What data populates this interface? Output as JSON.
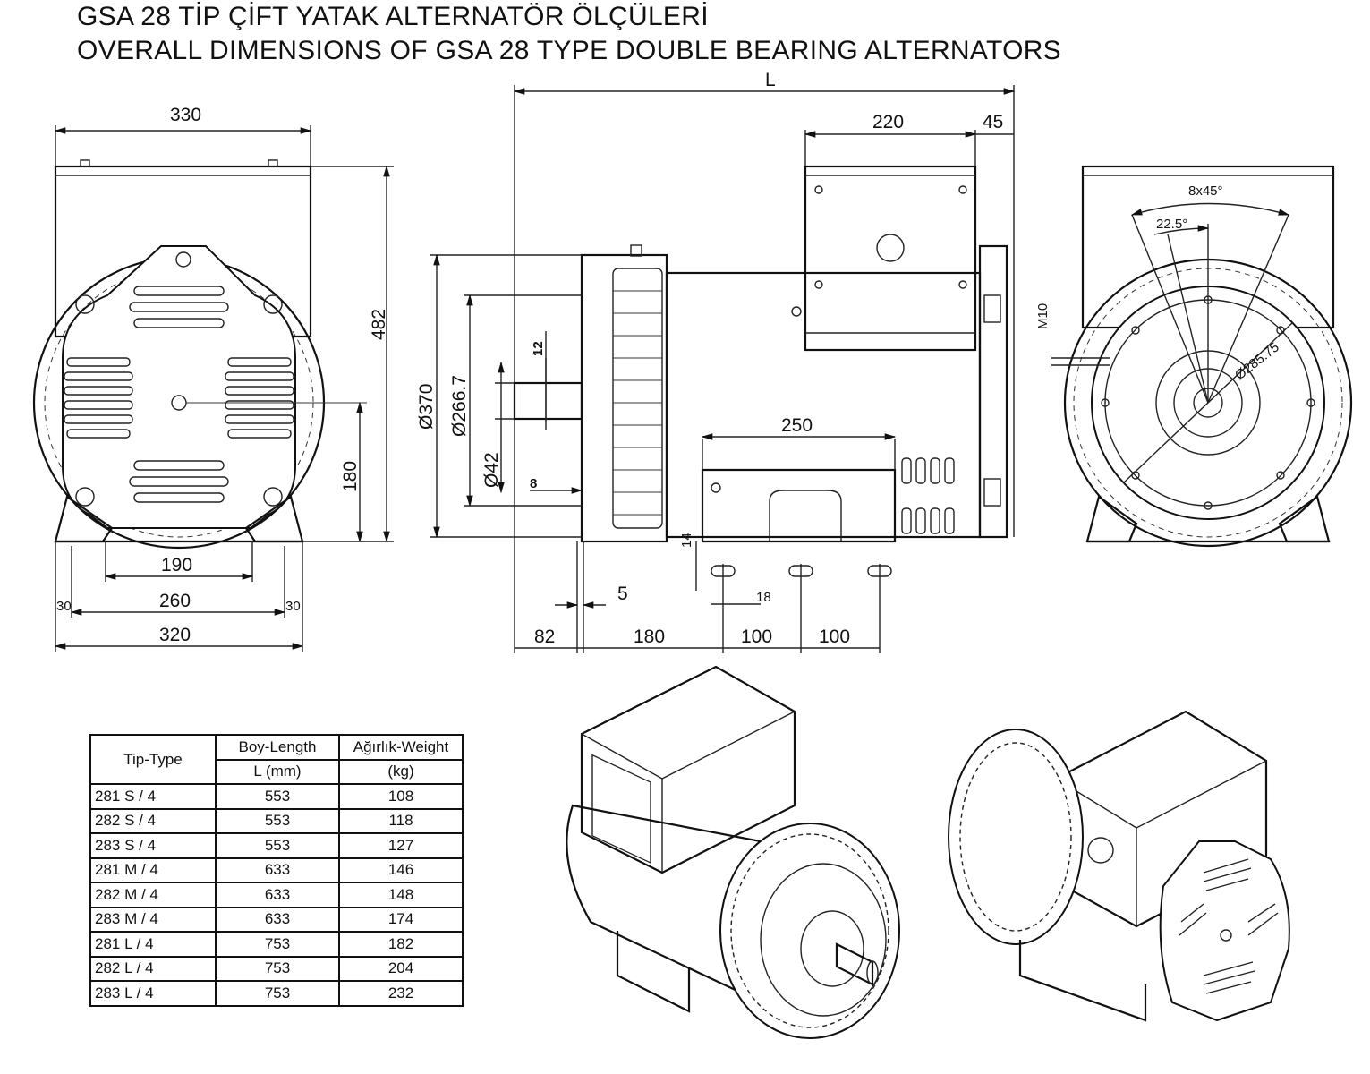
{
  "title": {
    "tr": "GSA 28 TİP ÇİFT YATAK ALTERNATÖR ÖLÇÜLERİ",
    "en": "OVERALL DIMENSIONS OF GSA 28 TYPE DOUBLE BEARING ALTERNATORS"
  },
  "front_view": {
    "width_top": "330",
    "height": "482",
    "shaft_height": "180",
    "foot_inner": "190",
    "foot_span": "260",
    "foot_margin_left": "30",
    "foot_margin_right": "30",
    "base_width": "320"
  },
  "side_view": {
    "length": "L",
    "terminal_box_width": "220",
    "terminal_box_offset": "45",
    "flange_diameter": "Ø370",
    "spigot_diameter": "Ø266.7",
    "shaft_diameter": "Ø42",
    "key_width": "12",
    "key_depth": "8",
    "foot_length": "250",
    "foot_hole_offset": "14",
    "foot_hole_width": "18",
    "flange_offset": "5",
    "shaft_length": "82",
    "to_first_hole": "180",
    "hole_pitch_1": "100",
    "hole_pitch_2": "100"
  },
  "rear_view": {
    "hole_pattern": "8x45°",
    "angle": "22.5°",
    "pcd": "Ø285.75",
    "thread": "M10"
  },
  "table": {
    "headers": {
      "type": "Tip-Type",
      "length": "Boy-Length",
      "length_unit": "L (mm)",
      "weight": "Ağırlık-Weight",
      "weight_unit": "(kg)"
    },
    "rows": [
      {
        "type": "281 S / 4",
        "length": "553",
        "weight": "108"
      },
      {
        "type": "282 S / 4",
        "length": "553",
        "weight": "118"
      },
      {
        "type": "283 S / 4",
        "length": "553",
        "weight": "127"
      },
      {
        "type": "281 M / 4",
        "length": "633",
        "weight": "146"
      },
      {
        "type": "282 M / 4",
        "length": "633",
        "weight": "148"
      },
      {
        "type": "283 M / 4",
        "length": "633",
        "weight": "174"
      },
      {
        "type": "281 L / 4",
        "length": "753",
        "weight": "182"
      },
      {
        "type": "282 L / 4",
        "length": "753",
        "weight": "204"
      },
      {
        "type": "283 L / 4",
        "length": "753",
        "weight": "232"
      }
    ]
  }
}
